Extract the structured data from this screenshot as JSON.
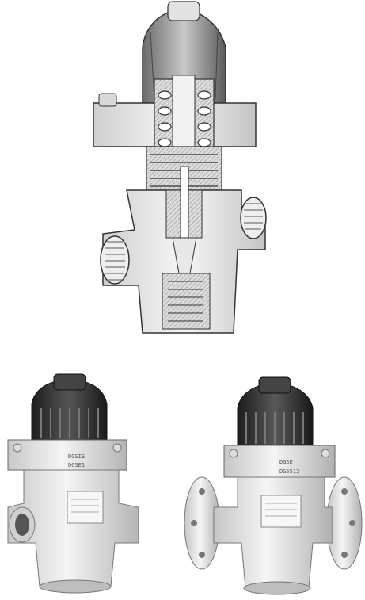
{
  "figure": {
    "views": [
      {
        "id": "cutaway",
        "depicts": "sectional cutaway of a pressure-reducing valve with spring, stem and threaded ports"
      },
      {
        "id": "valve-threaded",
        "depicts": "valve with threaded end connections and black ribbed knob"
      },
      {
        "id": "valve-flanged",
        "depicts": "valve with flanged end connections and black ribbed knob"
      }
    ],
    "colors": {
      "metal": "#e9e9e9",
      "metal_shadow": "#bdbdbd",
      "outline": "#3a3a3a",
      "knob": "#2e2e2e",
      "section_hatch": "#9a9a9a"
    }
  },
  "plates": {
    "left_top": "DGSIE",
    "left_bottom": "DGSE1",
    "right_top": "DGSE",
    "right_bottom": "DG5512"
  }
}
